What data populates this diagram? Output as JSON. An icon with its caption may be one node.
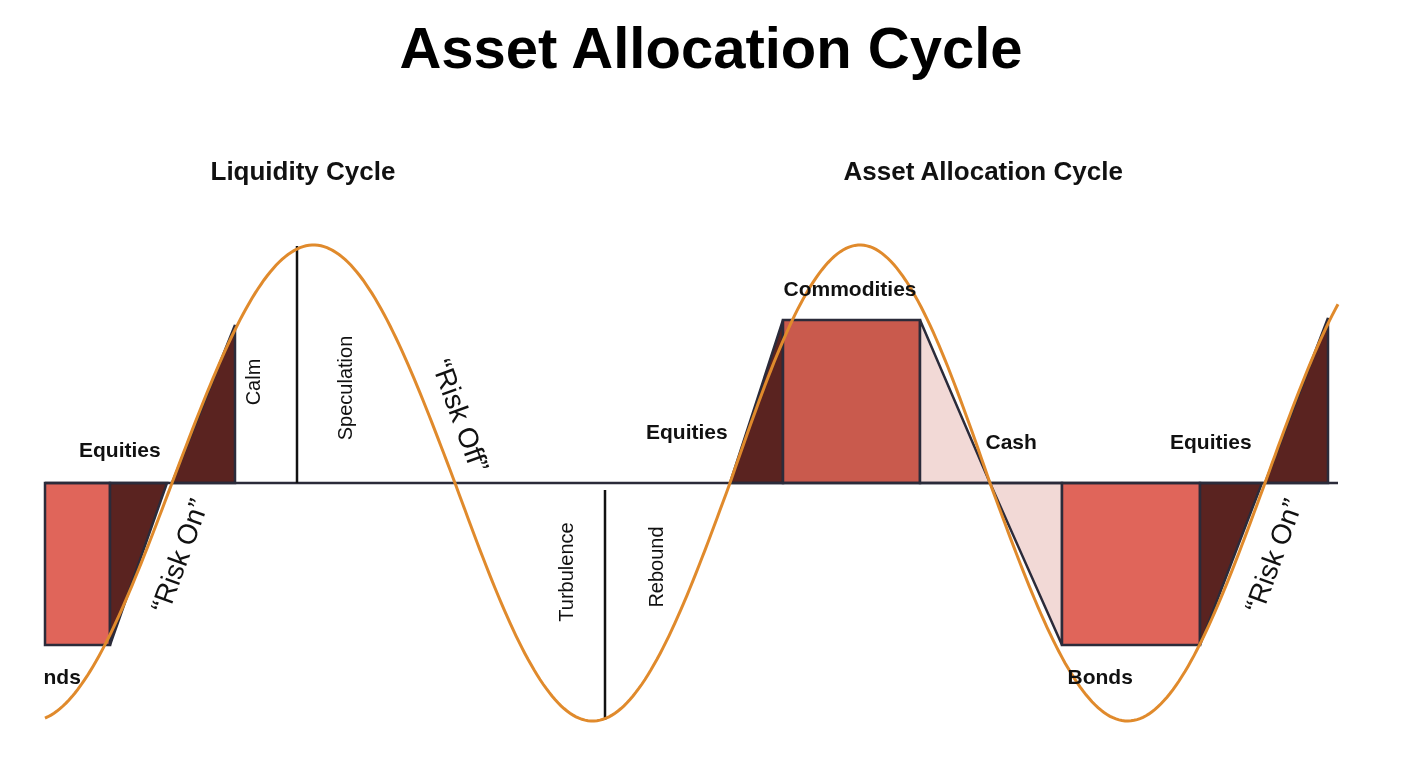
{
  "diagram": {
    "title": "Asset Allocation Cycle",
    "labels": [
      "Liquidity Cycle",
      "Asset Allocation Cycle",
      "Commodities",
      "Calm",
      "Speculation",
      "“Risk Off”",
      "Equities",
      "Equities",
      "Cash",
      "Equities",
      "nds",
      "“Risk On”",
      "Turbulence",
      "Rebound",
      "Bonds",
      "“Risk On”"
    ]
  }
}
